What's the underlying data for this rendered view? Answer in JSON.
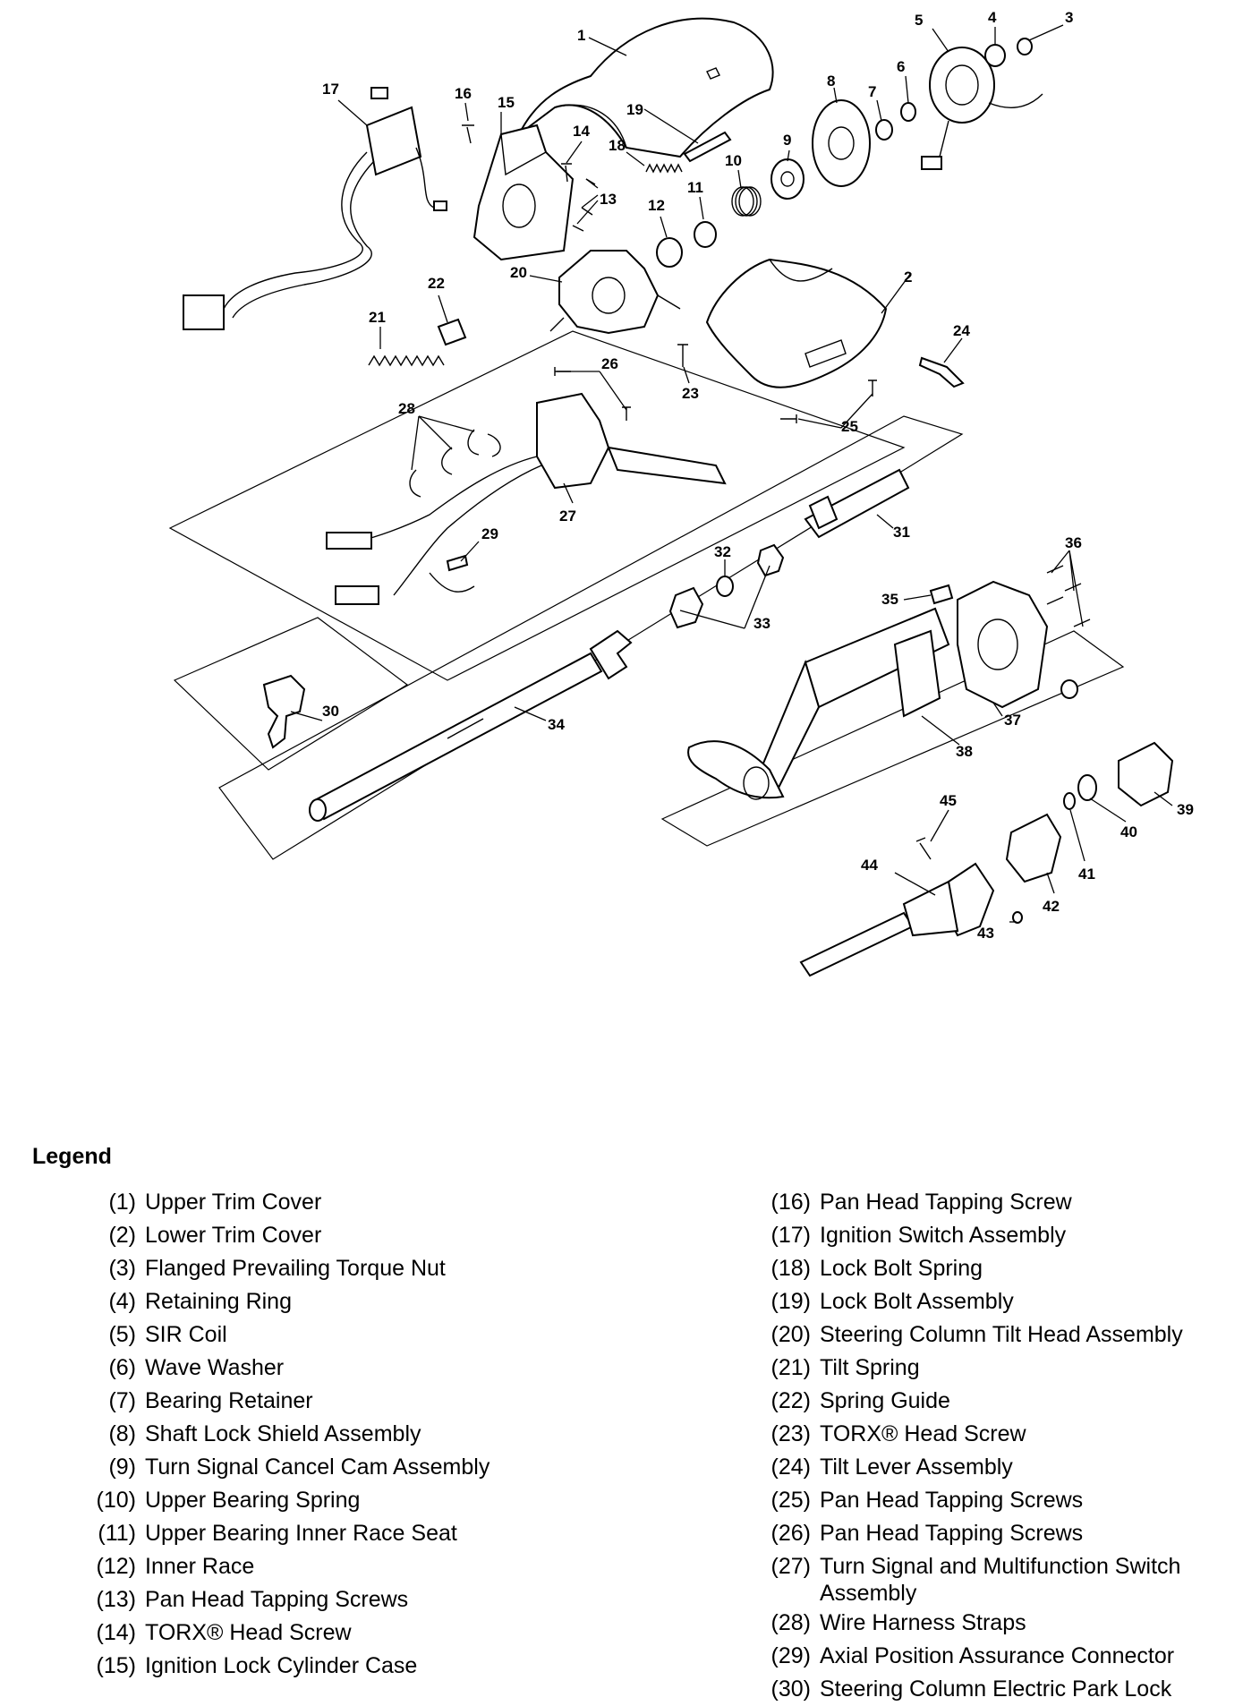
{
  "callouts": [
    "1",
    "2",
    "3",
    "4",
    "5",
    "6",
    "7",
    "8",
    "9",
    "10",
    "11",
    "12",
    "13",
    "14",
    "15",
    "16",
    "17",
    "18",
    "19",
    "20",
    "21",
    "22",
    "23",
    "24",
    "25",
    "26",
    "27",
    "28",
    "29",
    "30",
    "31",
    "32",
    "33",
    "34",
    "35",
    "36",
    "37",
    "38",
    "39",
    "40",
    "41",
    "42",
    "43",
    "44",
    "45"
  ],
  "legend": {
    "title": "Legend",
    "left": [
      {
        "num": "(1)",
        "text": "Upper Trim Cover"
      },
      {
        "num": "(2)",
        "text": "Lower Trim Cover"
      },
      {
        "num": "(3)",
        "text": "Flanged Prevailing Torque Nut"
      },
      {
        "num": "(4)",
        "text": "Retaining Ring"
      },
      {
        "num": "(5)",
        "text": "SIR Coil"
      },
      {
        "num": "(6)",
        "text": "Wave Washer"
      },
      {
        "num": "(7)",
        "text": "Bearing Retainer"
      },
      {
        "num": "(8)",
        "text": "Shaft Lock Shield Assembly"
      },
      {
        "num": "(9)",
        "text": "Turn Signal Cancel Cam Assembly"
      },
      {
        "num": "(10)",
        "text": "Upper Bearing Spring"
      },
      {
        "num": "(11)",
        "text": "Upper Bearing Inner Race Seat"
      },
      {
        "num": "(12)",
        "text": "Inner Race"
      },
      {
        "num": "(13)",
        "text": "Pan Head Tapping Screws"
      },
      {
        "num": "(14)",
        "text": "TORX® Head Screw"
      },
      {
        "num": "(15)",
        "text": "Ignition Lock Cylinder Case"
      }
    ],
    "right": [
      {
        "num": "(16)",
        "text": "Pan Head Tapping Screw"
      },
      {
        "num": "(17)",
        "text": "Ignition Switch Assembly"
      },
      {
        "num": "(18)",
        "text": "Lock Bolt Spring"
      },
      {
        "num": "(19)",
        "text": "Lock Bolt Assembly"
      },
      {
        "num": "(20)",
        "text": "Steering Column Tilt Head Assembly"
      },
      {
        "num": "(21)",
        "text": "Tilt Spring"
      },
      {
        "num": "(22)",
        "text": "Spring Guide"
      },
      {
        "num": "(23)",
        "text": "TORX® Head Screw"
      },
      {
        "num": "(24)",
        "text": "Tilt Lever Assembly"
      },
      {
        "num": "(25)",
        "text": "Pan Head Tapping Screws"
      },
      {
        "num": "(26)",
        "text": "Pan Head Tapping Screws"
      },
      {
        "num": "(27)",
        "text": "Turn Signal and Multifunction Switch Assembly"
      },
      {
        "num": "(28)",
        "text": "Wire Harness Straps"
      },
      {
        "num": "(29)",
        "text": "Axial Position Assurance Connector"
      },
      {
        "num": "(30)",
        "text": "Steering Column Electric Park Lock"
      }
    ]
  }
}
